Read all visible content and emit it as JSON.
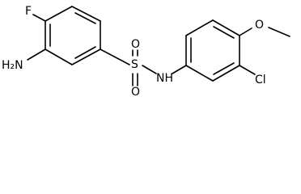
{
  "molecule": {
    "labels": {
      "fluorine": "F",
      "amino": "H₂N",
      "sulfur": "S",
      "oxygen_top": "O",
      "oxygen_bottom": "O",
      "amide_nh": "NH",
      "chlorine": "Cl",
      "methoxy_oxygen": "O"
    }
  }
}
